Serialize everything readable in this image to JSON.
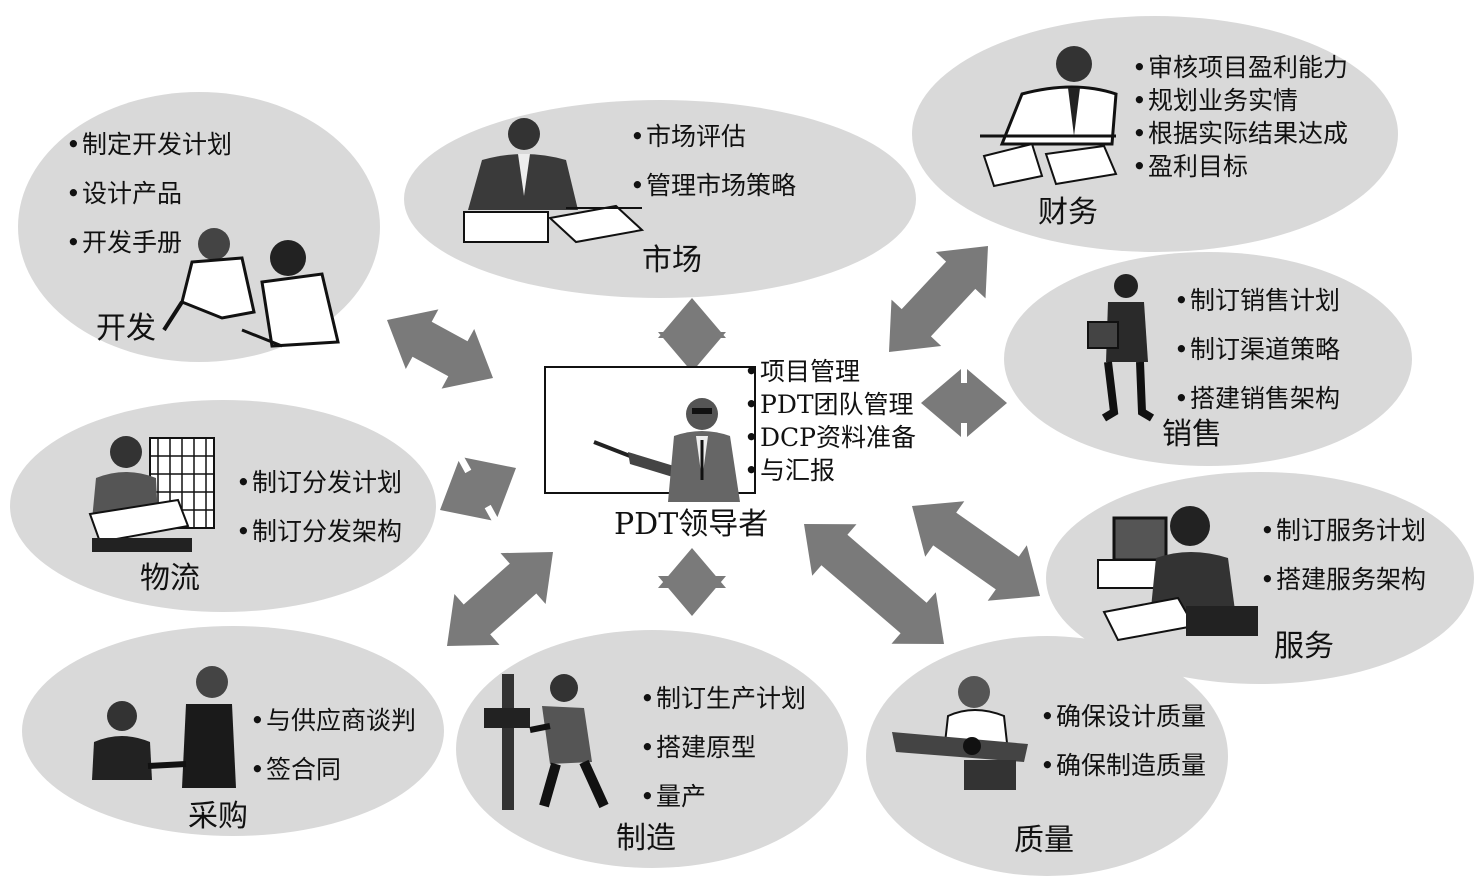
{
  "center": {
    "role": "PDT领导者",
    "tasks": [
      "项目管理",
      "PDT团队管理",
      "DCP资料准备",
      "与汇报"
    ]
  },
  "teams": {
    "development": {
      "name": "开发",
      "tasks": [
        "制定开发计划",
        "设计产品",
        "开发手册"
      ]
    },
    "marketing": {
      "name": "市场",
      "tasks": [
        "市场评估",
        "管理市场策略"
      ]
    },
    "finance": {
      "name": "财务",
      "tasks": [
        "审核项目盈利能力",
        "规划业务实情",
        "根据实际结果达成",
        "盈利目标"
      ]
    },
    "sales": {
      "name": "销售",
      "tasks": [
        "制订销售计划",
        "制订渠道策略",
        "搭建销售架构"
      ]
    },
    "logistics": {
      "name": "物流",
      "tasks": [
        "制订分发计划",
        "制订分发架构"
      ]
    },
    "service": {
      "name": "服务",
      "tasks": [
        "制订服务计划",
        "搭建服务架构"
      ]
    },
    "procurement": {
      "name": "采购",
      "tasks": [
        "与供应商谈判",
        "签合同"
      ]
    },
    "manufacturing": {
      "name": "制造",
      "tasks": [
        "制订生产计划",
        "搭建原型",
        "量产"
      ]
    },
    "quality": {
      "name": "质量",
      "tasks": [
        "确保设计质量",
        "确保制造质量"
      ]
    }
  },
  "colors": {
    "bubble": "#d9d9d9",
    "arrow": "#7a7a7a",
    "ink": "#111111"
  }
}
